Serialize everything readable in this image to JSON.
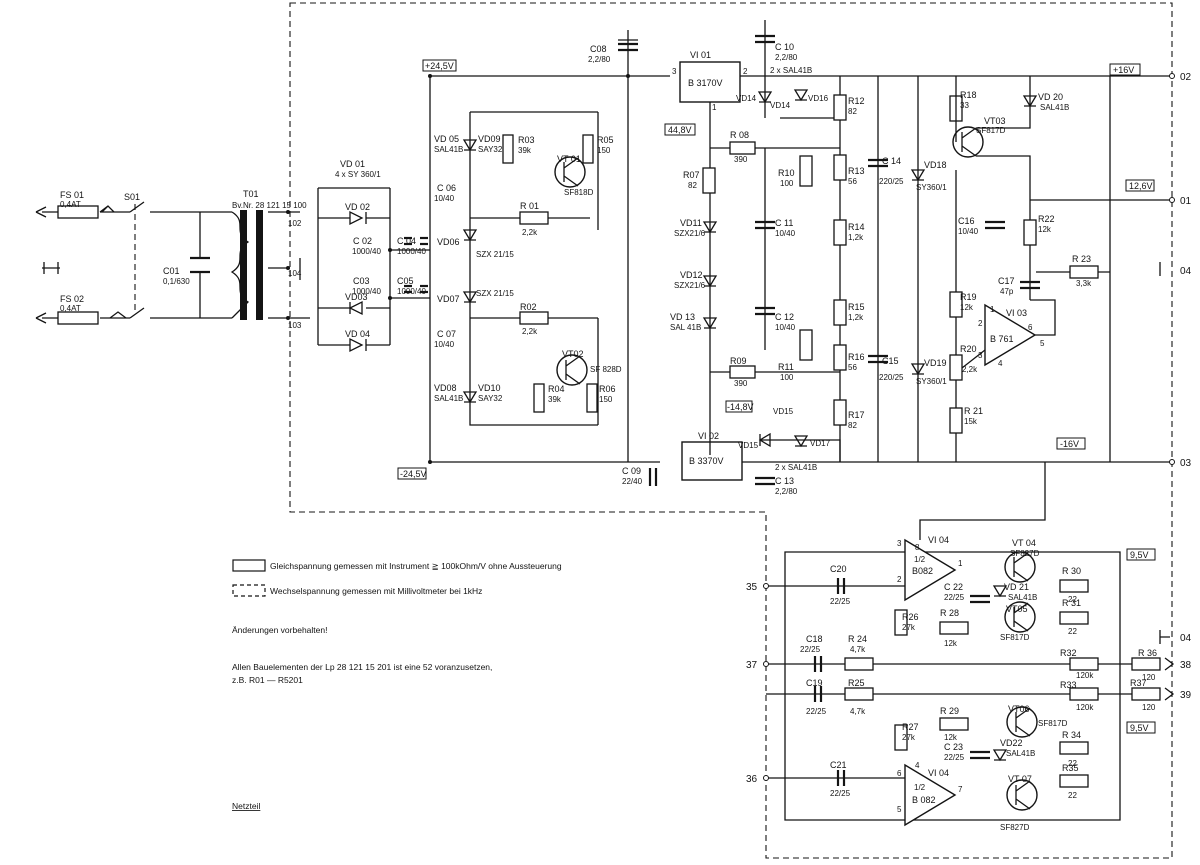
{
  "legend": {
    "dc": "Gleichspannung gemessen mit Instrument ≧ 100kOhm/V ohne Aussteuerung",
    "ac": "Wechselspannung gemessen mit Millivoltmeter bei 1kHz"
  },
  "notes": {
    "changes": "Änderungen vorbehalten!",
    "prefix_line1": "Allen Bauelementen der Lp  28 121 15 201  ist eine 52 voranzusetzen,",
    "prefix_line2": "z.B.  R01 — R5201",
    "title": "Netzteil"
  },
  "voltages": {
    "p245": "+24,5V",
    "m245": "-24,5V",
    "p448": "44,8V",
    "m148": "-14,8V",
    "p16": "+16V",
    "m16": "-16V",
    "v126": "12,6V",
    "v95a": "9,5V",
    "v95b": "9,5V"
  },
  "terminals": {
    "t02": "02",
    "t01": "01",
    "t04a": "04",
    "t03": "03",
    "t04b": "04",
    "t35": "35",
    "t37": "37",
    "t36": "36",
    "t38": "38",
    "t39": "39"
  },
  "input": {
    "fs01": "FS 01",
    "fs01_v": "0,4AT",
    "fs02": "FS 02",
    "fs02_v": "0,4AT",
    "s01": "S01",
    "c01": "C01",
    "c01_v": "0,1/630",
    "t01": "T01",
    "t01_bv": "Bv.Nr.  28 121 15 100",
    "p102": "102",
    "p104": "104",
    "p103": "103"
  },
  "rectifier": {
    "vd01": "VD 01",
    "vd01_v": "4 x SY 360/1",
    "vd02": "VD 02",
    "vd03": "VD03",
    "vd04": "VD 04",
    "c02": "C 02",
    "c02_v": "1000/40",
    "c04": "C 04",
    "c04_v": "1000/40",
    "c03": "C03",
    "c03_v": "1000/40",
    "c05": "C05",
    "c05_v": "1000/40",
    "vd06": "VD06",
    "vd07": "VD07"
  },
  "positive_reg": {
    "vd05": "VD 05",
    "vd05_v": "SAL41B",
    "vd09": "VD09",
    "vd09_v": "SAY32",
    "r03": "R03",
    "r03_v": "39k",
    "r05": "R05",
    "r05_v": "150",
    "vt01": "VT 01",
    "vt01_v": "SF818D",
    "c06": "C 06",
    "c06_v": "10/40",
    "r01": "R 01",
    "r01_v": "2,2k",
    "szx1": "SZX 21/15",
    "szx2": "SZX 21/15"
  },
  "negative_reg": {
    "c07": "C 07",
    "c07_v": "10/40",
    "r02": "R02",
    "r02_v": "2,2k",
    "vt02": "VT02",
    "vt02_v": "SF 828D",
    "vd08": "VD08",
    "vd08_v": "SAL41B",
    "vd10": "VD10",
    "vd10_v": "SAY32",
    "r04": "R04",
    "r04_v": "39k",
    "r06": "R06",
    "r06_v": "150"
  },
  "ic_regs": {
    "c08": "C08",
    "c08_v": "2,2/80",
    "vi01": "VI 01",
    "vi01_v": "B 3170V",
    "p3": "3",
    "p2": "2",
    "p1": "1",
    "c10": "C 10",
    "c10_v": "2,2/80",
    "sal_top": "2 x SAL41B",
    "vd14a": "VD14",
    "vd14b": "VD14",
    "vd16": "VD16",
    "vi02": "VI 02",
    "vi02_v": "B 3370V",
    "c09": "C 09",
    "c09_v": "22/40",
    "vd15a": "VD15",
    "vd15b": "VD15",
    "vd17": "VD17",
    "sal_bot": "2 x SAL41B",
    "c13": "C 13",
    "c13_v": "2,2/80"
  },
  "adjust": {
    "r08": "R 08",
    "r08_v": "390",
    "r07": "R07",
    "r07_v": "82",
    "vd11": "VD11",
    "vd11_v": "SZX21/6",
    "vd12": "VD12",
    "vd12_v": "SZX21/6",
    "vd13": "VD 13",
    "vd13_v": "SAL 41B",
    "r09": "R09",
    "r09_v": "390",
    "c11": "C 11",
    "c11_v": "10/40",
    "c12": "C 12",
    "c12_v": "10/40",
    "r10": "R10",
    "r10_v": "100",
    "r11": "R11",
    "r11_v": "100",
    "r12": "R12",
    "r12_v": "82",
    "r13": "R13",
    "r13_v": "56",
    "r14": "R14",
    "r14_v": "1,2k",
    "r15": "R15",
    "r15_v": "1,2k",
    "r16": "R16",
    "r16_v": "56",
    "r17": "R17",
    "r17_v": "82",
    "c14": "C 14",
    "c14_v": "220/25",
    "c15": "C15",
    "c15_v": "220/25",
    "vd18": "VD18",
    "vd18_v": "SY360/1",
    "vd19": "VD19",
    "vd19_v": "SY360/1"
  },
  "output_12v": {
    "r18": "R18",
    "r18_v": "33",
    "vt03": "VT03",
    "vt03_v": "SF817D",
    "vd20": "VD 20",
    "vd20_v": "SAL41B",
    "r22": "R22",
    "r22_v": "12k",
    "c16": "C16",
    "c16_v": "10/40",
    "c17": "C17",
    "c17_v": "47p",
    "r23": "R 23",
    "r23_v": "3,3k",
    "r19": "R19",
    "r19_v": "12k",
    "r20": "R20",
    "r20_v": "2,2k",
    "r21": "R 21",
    "r21_v": "15k",
    "vi03": "VI 03",
    "vi03_v": "B 761",
    "pin1": "1",
    "pin6": "6",
    "pin5": "5",
    "pin2": "2",
    "pin3": "3",
    "pin4": "4"
  },
  "audio": {
    "c20": "C20",
    "c20_v": "22/25",
    "vi04a": "VI 04",
    "vi04a_half": "1/2",
    "vi04a_type": "B082",
    "pin8": "8",
    "pin3": "3",
    "pin2": "2",
    "pin1": "1",
    "vt04": "VT 04",
    "vt04_v": "SF827D",
    "c22": "C 22",
    "c22_v": "22/25",
    "vd21": "VD 21",
    "vd21_v": "SAL41B",
    "vt05": "VT05",
    "vt05_v": "SF817D",
    "r26": "R26",
    "r26_v": "27k",
    "r28": "R 28",
    "r28_v": "12k",
    "r30": "R 30",
    "r30_v": "22",
    "r31": "R 31",
    "r31_v": "22",
    "c18": "C18",
    "c18_v": "22/25",
    "r24": "R 24",
    "r24_v": "4,7k",
    "r32": "R32",
    "r32_v": "120k",
    "r36": "R 36",
    "r36_v": "120",
    "c19": "C19",
    "c19_v": "22/25",
    "r25": "R25",
    "r25_v": "4,7k",
    "r33": "R33",
    "r33_v": "120k",
    "r37": "R37",
    "r37_v": "120",
    "r27": "R27",
    "r27_v": "27k",
    "r29": "R 29",
    "r29_v": "12k",
    "c23": "C 23",
    "c23_v": "22/25",
    "vt06": "VT06",
    "vt06_v": "SF817D",
    "vd22": "VD22",
    "vd22_v": "SAL41B",
    "r34": "R 34",
    "r34_v": "22",
    "r35": "R35",
    "r35_v": "22",
    "c21": "C21",
    "c21_v": "22/25",
    "vi04b": "VI 04",
    "vi04b_half": "1/2",
    "vi04b_type": "B 082",
    "pin4": "4",
    "pin6": "6",
    "pin5": "5",
    "pin7": "7",
    "vt07": "VT 07",
    "vt07_v": "SF827D"
  }
}
